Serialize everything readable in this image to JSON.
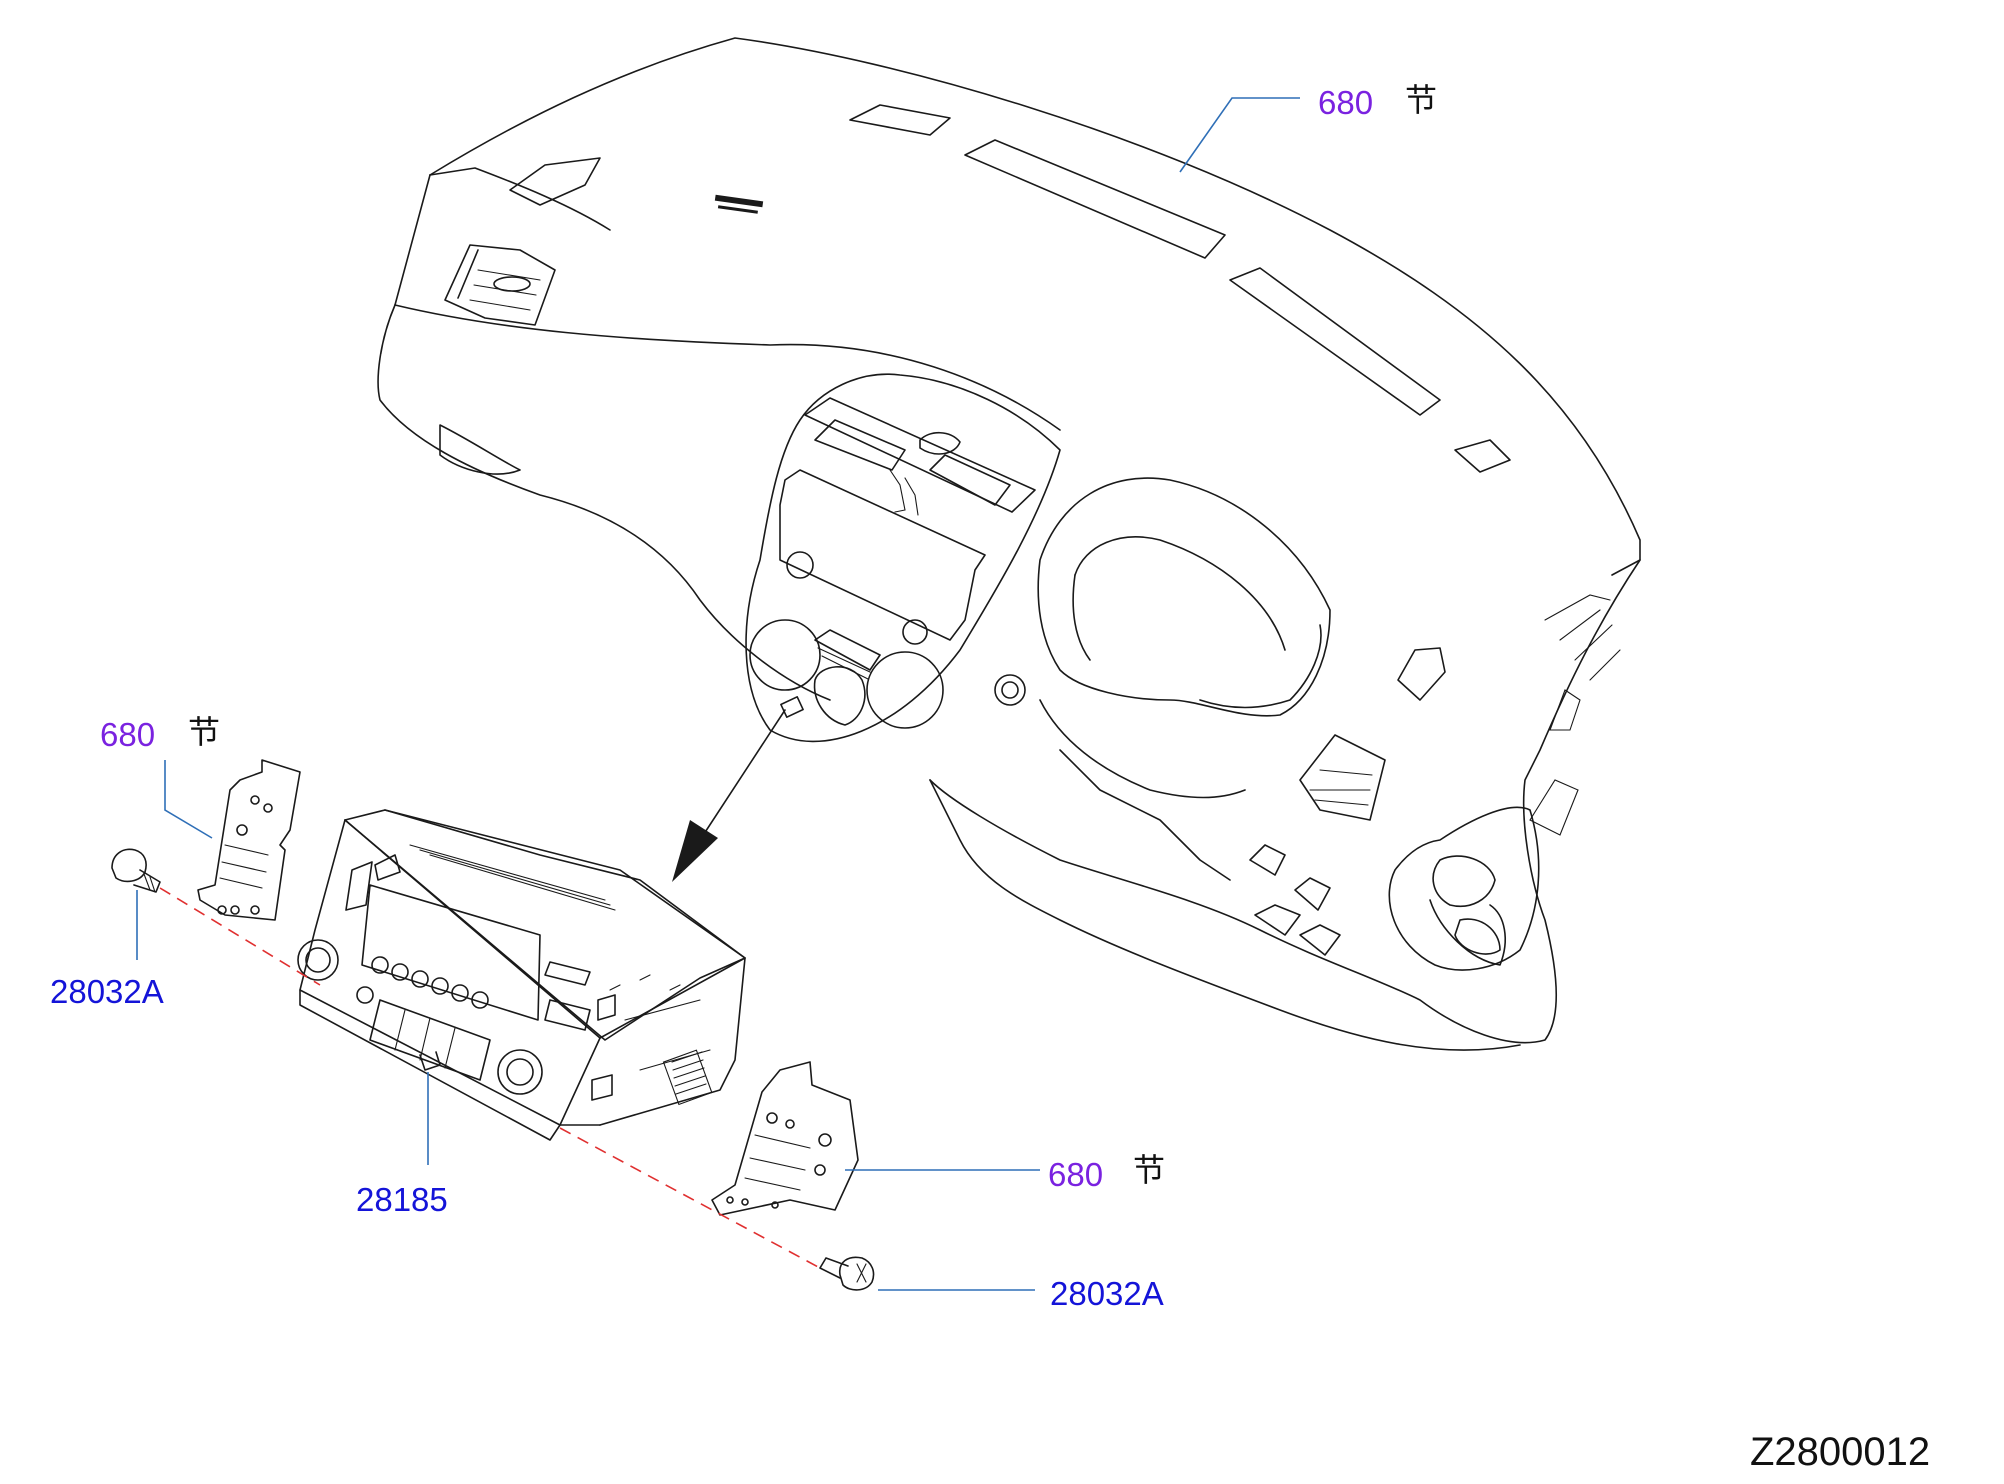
{
  "callouts": {
    "dash_top": {
      "part_no": "680",
      "suffix": "节"
    },
    "bracket_left": {
      "part_no": "680",
      "suffix": "节"
    },
    "bracket_right": {
      "part_no": "680",
      "suffix": "节"
    },
    "screw_left": {
      "part_no": "28032A"
    },
    "screw_right": {
      "part_no": "28032A"
    },
    "audio_unit": {
      "part_no": "28185"
    }
  },
  "figure_code": "Z2800012",
  "colors": {
    "ref_label": "#7a22e0",
    "part_label": "#1414d8",
    "leader": "#2f6fb7",
    "assembly_line": "#e03030"
  }
}
